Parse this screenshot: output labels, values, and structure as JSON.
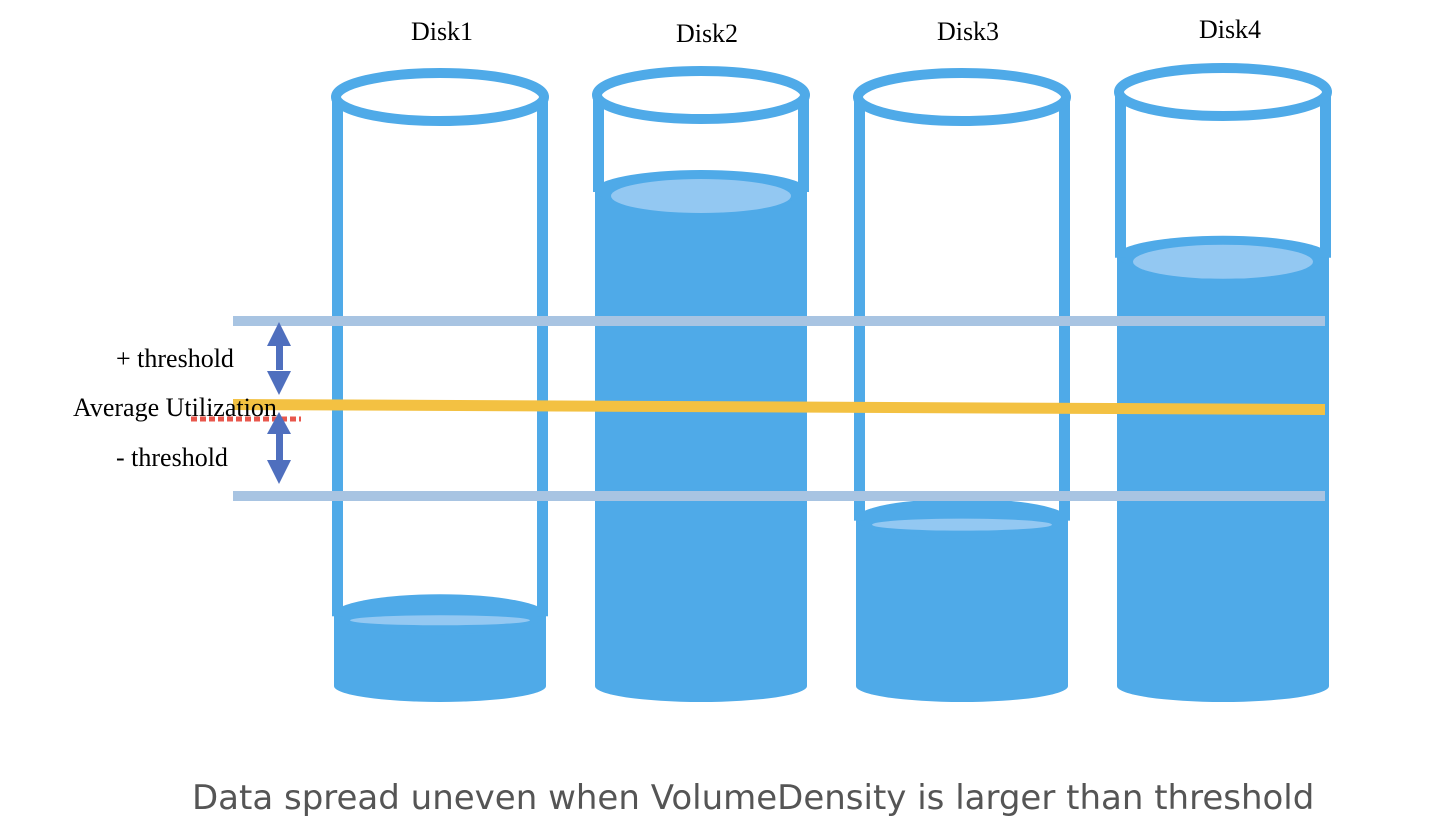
{
  "labels": {
    "plus_threshold": "+ threshold",
    "average_utilization": "Average Utilization",
    "minus_threshold": "- threshold"
  },
  "caption": "Data spread uneven when VolumeDensity is larger than threshold",
  "colors": {
    "disk_outline": "#4faae8",
    "fill": "#4faae8",
    "fill_surface": "#93c8f2",
    "threshold_line": "#a8c4e2",
    "average_line": "#f3c142",
    "arrow": "#4f6fbe",
    "red_dotted": "#e8574c"
  },
  "disks": [
    {
      "name": "Disk1",
      "fill_level": 0.12
    },
    {
      "name": "Disk2",
      "fill_level": 0.83
    },
    {
      "name": "Disk3",
      "fill_level": 0.28
    },
    {
      "name": "Disk4",
      "fill_level": 0.72
    }
  ]
}
